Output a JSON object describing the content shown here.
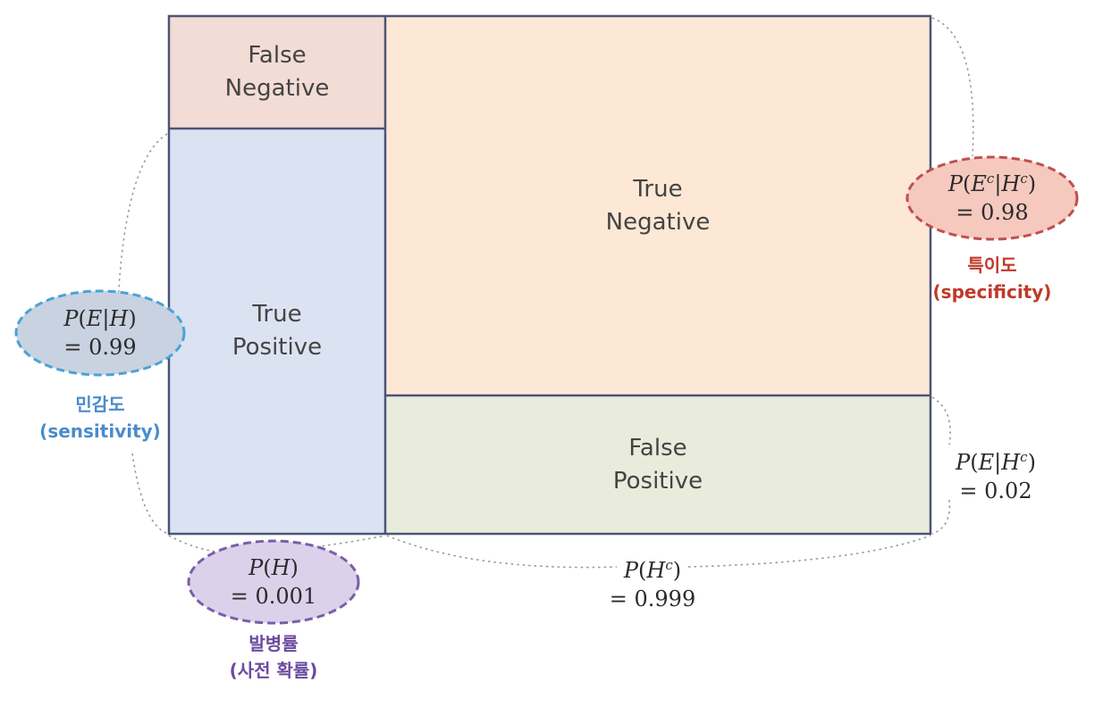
{
  "cells": {
    "false_negative": [
      "False",
      "Negative"
    ],
    "true_positive": [
      "True",
      "Positive"
    ],
    "true_negative": [
      "True",
      "Negative"
    ],
    "false_positive": [
      "False",
      "Positive"
    ]
  },
  "sensitivity": {
    "value": "= 0.99",
    "label_ko": "민감도",
    "label_en": "(sensitivity)"
  },
  "specificity": {
    "value": "= 0.98",
    "label_ko": "특이도",
    "label_en": "(specificity)"
  },
  "prior": {
    "value": "= 0.001",
    "label_ko": "발병률",
    "label_en": "(사전 확률)"
  },
  "complement_prior": {
    "value": "= 0.999"
  },
  "false_positive_rate": {
    "value": "= 0.02"
  },
  "colors": {
    "false_negative_fill": "#f3dcd5",
    "true_positive_fill": "#dbe3f3",
    "true_negative_fill": "#fde8d6",
    "false_positive_fill": "#e9ecdc",
    "border": "#4a5577",
    "sensitivity_fill": "#c9d2e0",
    "sensitivity_stroke": "#4aa3d6",
    "sensitivity_text": "#4a8cc9",
    "specificity_fill": "#f6c9bf",
    "specificity_stroke": "#c0504d",
    "specificity_text": "#c0392b",
    "prior_fill": "#dcd1ea",
    "prior_stroke": "#7b5ea8",
    "prior_text": "#6b4aa0"
  }
}
